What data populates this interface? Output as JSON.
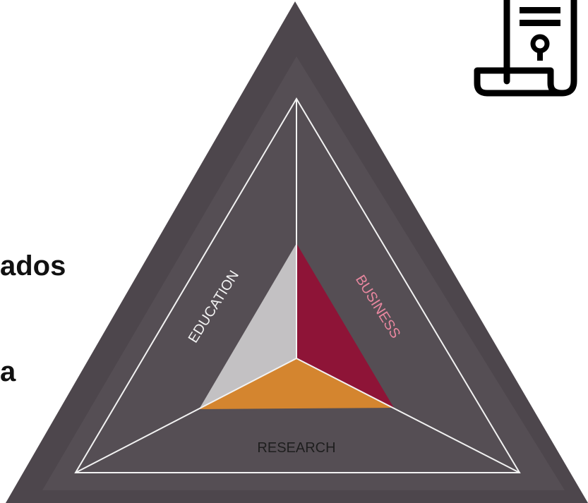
{
  "left_text": {
    "line1": "ados",
    "line2": "a"
  },
  "triangle": {
    "education_label": "EDUCATION",
    "business_label": "BUSINESS",
    "research_label": "RESEARCH"
  },
  "icons": {
    "document": "certificate-document-icon"
  },
  "colors": {
    "outer_triangle": "#4d464c",
    "inner_triangle": "#5a5359",
    "lines": "#f2f2f2",
    "education": "#c3c1c3",
    "business": "#8e1437",
    "research": "#d4852f",
    "business_text": "#e8879f",
    "research_text": "#1e1e1e"
  }
}
